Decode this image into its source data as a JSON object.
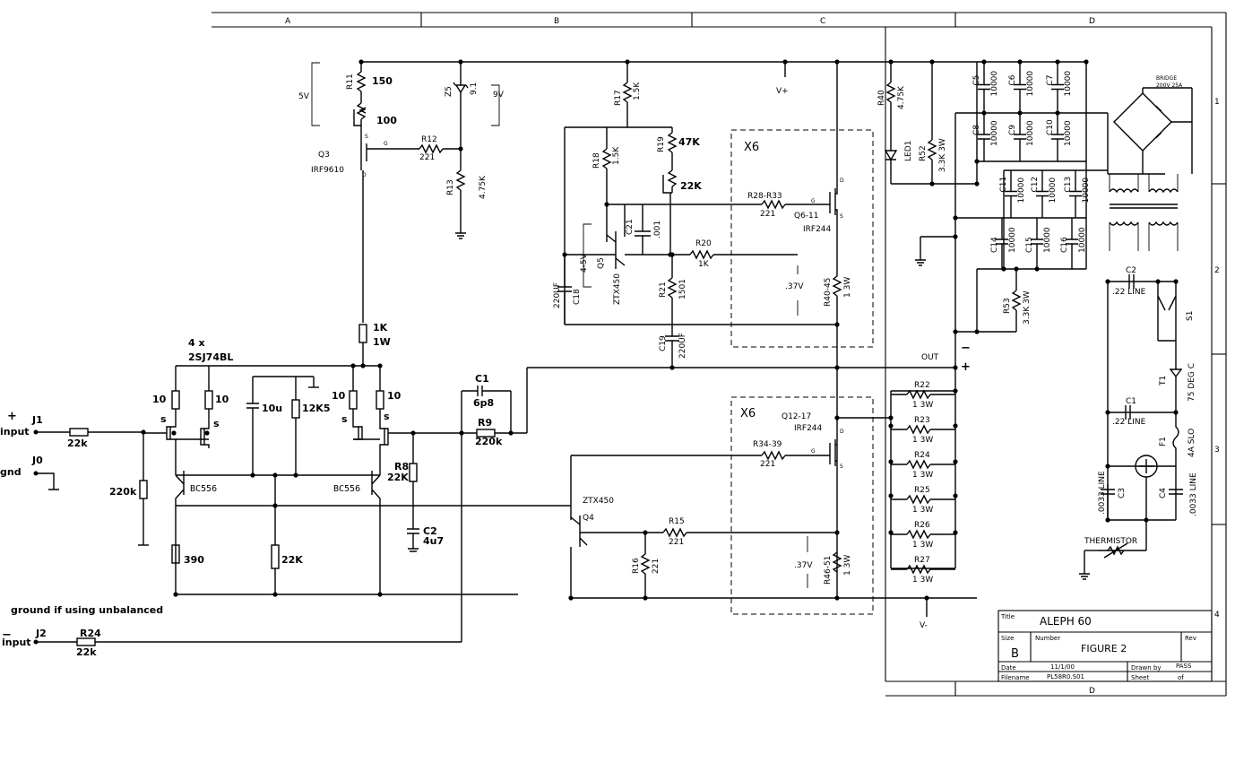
{
  "frame": {
    "columns_top": [
      "A",
      "B",
      "C",
      "D"
    ],
    "rows_right": [
      "1",
      "2",
      "3",
      "4"
    ],
    "column_bottom": "D"
  },
  "title_block": {
    "title_label": "Title",
    "title": "ALEPH 60",
    "size_label": "Size",
    "size": "B",
    "number_label": "Number",
    "number": "FIGURE 2",
    "rev_label": "Rev",
    "date_label": "Date",
    "date": "11/1/00",
    "drawn_label": "Drawn by",
    "drawn": "PASS",
    "filename_label": "Filename",
    "filename": "PL58R0.S01",
    "sheet_label": "Sheet",
    "sheet_of": "of"
  },
  "input_section": {
    "plus_sign": "+",
    "j1": "J1",
    "j1_text": "input",
    "j0": "J0",
    "j0_text": "gnd",
    "r_in": "22k",
    "r_bias": "220k",
    "fet_count": "4 x",
    "fet_type": "2SJ74BL",
    "r10_a": "10",
    "r10_b": "10",
    "r10_c": "10",
    "r10_d": "10",
    "s1": "s",
    "s2": "s",
    "s3": "s",
    "s4": "s",
    "cap_10u": "10u",
    "res_12k5": "12K5",
    "bc_left": "BC556",
    "bc_right": "BC556",
    "r_390": "390",
    "r_22k_tail": "22K",
    "r8": "R8",
    "r8_val": "22K",
    "c2": "C2",
    "c2_val": "4u7",
    "r_1k": "1K",
    "r_1k_w": "1W",
    "c1": "C1",
    "c1_val": "6p8",
    "r9": "R9",
    "r9_val": "220k",
    "ground_note": "ground if using unbalanced",
    "minus_sign": "−",
    "j2": "J2",
    "j2_text": "input",
    "r24": "R24",
    "r24_val": "22k"
  },
  "current_source": {
    "v5": "5V",
    "v9": "9V",
    "r11": "R11",
    "r11_val": "150",
    "pot_100": "100",
    "q3": "Q3",
    "q3_type": "IRF9610",
    "g": "G",
    "s": "S",
    "d": "D",
    "r12": "R12",
    "r12_val": "221",
    "z5": "Z5",
    "z5_val": "9.1",
    "r13": "R13",
    "r13_val": "4.75K"
  },
  "upper_stage": {
    "r17": "R17",
    "r17_val": "1.5K",
    "r18": "R18",
    "r18_val": "1.5K",
    "r19": "R19",
    "r19_val": "47K",
    "pot_22k": "22K",
    "c21": "C21",
    "c21_val": ".001",
    "q5": "Q5",
    "q5_type": "ZTX450",
    "v45": "4-5V",
    "c18": "C18",
    "c18_val": "220UF",
    "r20": "R20",
    "r20_val": "1K",
    "r21": "R21",
    "r21_val": "1501",
    "c19": "C19",
    "c19_val": "220UF",
    "x6": "X6",
    "r28": "R28-R33",
    "r28_val": "221",
    "q6": "Q6-11",
    "q6_type": "IRF244",
    "v37": ".37V",
    "r40": "R40-45",
    "r40_val": "1 3W",
    "vplus": "V+",
    "g": "G",
    "s": "S",
    "d": "D"
  },
  "lower_stage": {
    "x6": "X6",
    "q12": "Q12-17",
    "q12_type": "IRF244",
    "r34": "R34-39",
    "r34_val": "221",
    "q4": "Q4",
    "q4_type": "ZTX450",
    "r15": "R15",
    "r15_val": "221",
    "r16": "R16",
    "r16_val": "221",
    "v37": ".37V",
    "r46": "R46-51",
    "r46_val": "1 3W",
    "vminus": "V-",
    "g": "G",
    "s": "S",
    "d": "D"
  },
  "output_section": {
    "out": "OUT",
    "minus": "−",
    "plus": "+",
    "loads": [
      {
        "ref": "R22",
        "val": "1 3W"
      },
      {
        "ref": "R23",
        "val": "1 3W"
      },
      {
        "ref": "R24",
        "val": "1 3W"
      },
      {
        "ref": "R25",
        "val": "1 3W"
      },
      {
        "ref": "R26",
        "val": "1 3W"
      },
      {
        "ref": "R27",
        "val": "1 3W"
      }
    ]
  },
  "power_supply": {
    "r40": "R40",
    "r40_val": "4.75K",
    "led": "LED1",
    "r52": "R52",
    "r52_val": "3.3K 3W",
    "r53": "R53",
    "r53_val": "3.3K 3W",
    "caps": [
      {
        "ref": "C5",
        "val": "10000"
      },
      {
        "ref": "C6",
        "val": "10000"
      },
      {
        "ref": "C7",
        "val": "10000"
      },
      {
        "ref": "C8",
        "val": "10000"
      },
      {
        "ref": "C9",
        "val": "10000"
      },
      {
        "ref": "C10",
        "val": "10000"
      },
      {
        "ref": "C11",
        "val": "10000"
      },
      {
        "ref": "C12",
        "val": "10000"
      },
      {
        "ref": "C13",
        "val": "10000"
      },
      {
        "ref": "C14",
        "val": "10000"
      },
      {
        "ref": "C15",
        "val": "10000"
      },
      {
        "ref": "C16",
        "val": "10000"
      }
    ],
    "bridge": "BRIDGE",
    "bridge_rating": "200V 25A",
    "c2": "C2",
    "c2_val": ".22 LINE",
    "s1": "S1",
    "t1": "T1",
    "t1_val": "75 DEG C",
    "c1": "C1",
    "c1_val": ".22 LINE",
    "f1": "F1",
    "f1_val": "4A SLO",
    "c3": "C3",
    "c3_val": ".0033 LINE",
    "c4": "C4",
    "c4_val": ".0033 LINE",
    "thermistor": "THERMISTOR"
  }
}
